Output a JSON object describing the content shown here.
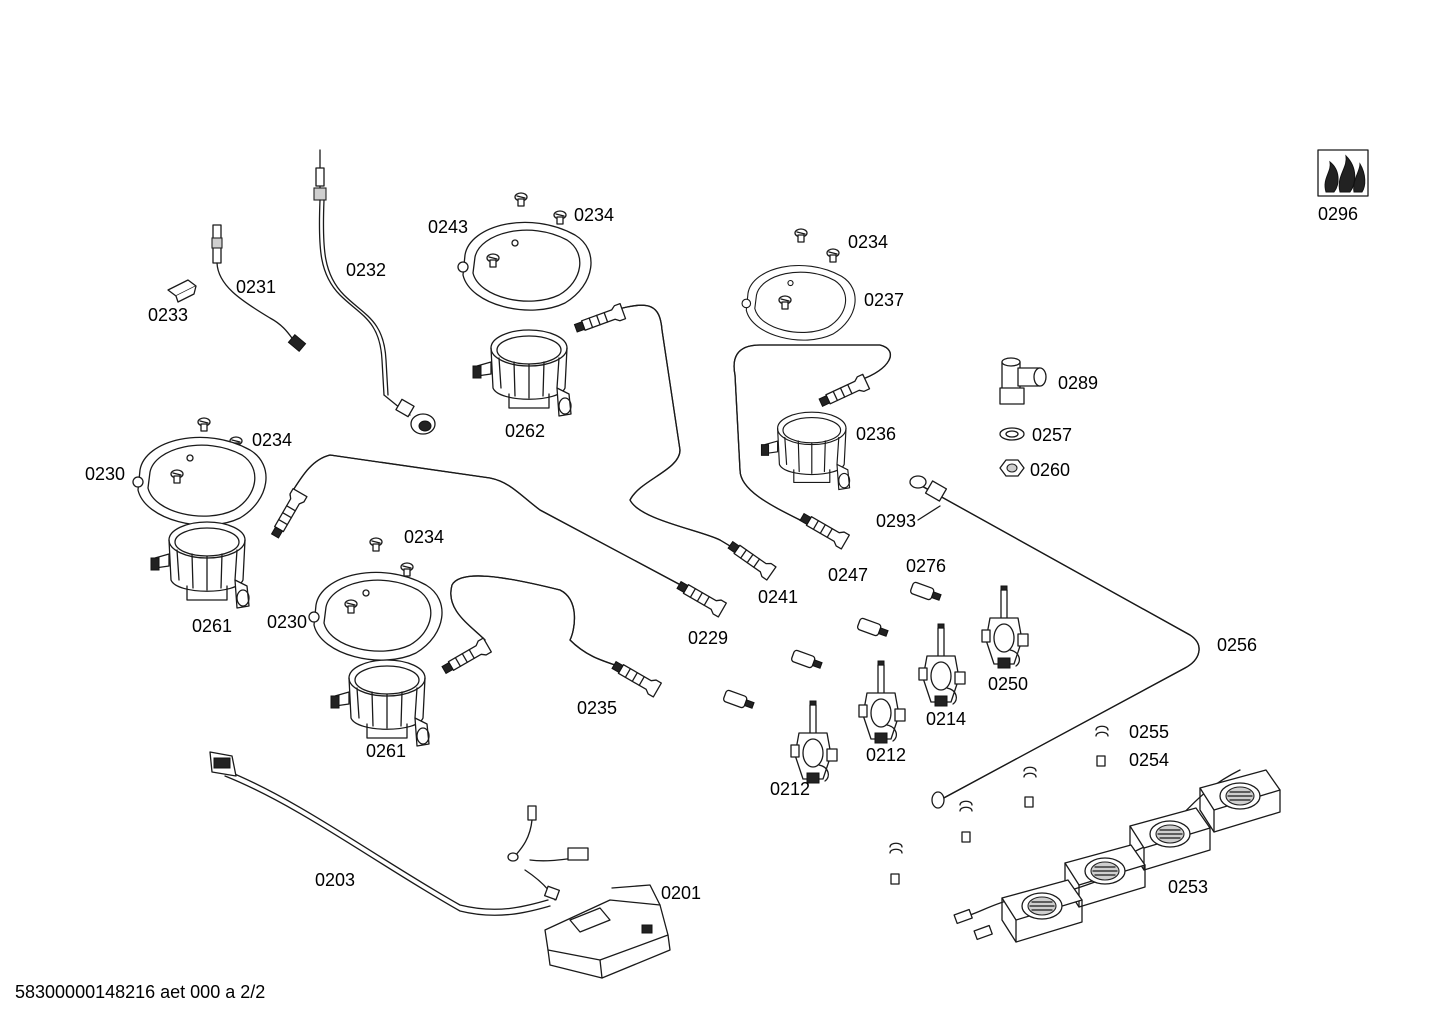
{
  "labels": {
    "l0296": "0296",
    "l0234a": "0234",
    "l0243": "0243",
    "l0234b": "0234",
    "l0237": "0237",
    "l0232": "0232",
    "l0231": "0231",
    "l0233": "0233",
    "l0289": "0289",
    "l0262": "0262",
    "l0236": "0236",
    "l0257": "0257",
    "l0234c": "0234",
    "l0230a": "0230",
    "l0260": "0260",
    "l0293": "0293",
    "l0234d": "0234",
    "l0247": "0247",
    "l0276": "0276",
    "l0241": "0241",
    "l0261a": "0261",
    "l0230b": "0230",
    "l0229": "0229",
    "l0256": "0256",
    "l0250": "0250",
    "l0235": "0235",
    "l0214": "0214",
    "l0255": "0255",
    "l0261b": "0261",
    "l0212a": "0212",
    "l0254": "0254",
    "l0212b": "0212",
    "l0203": "0203",
    "l0253": "0253",
    "l0201": "0201",
    "footer": "58300000148216 aet 000 a 2/2"
  }
}
